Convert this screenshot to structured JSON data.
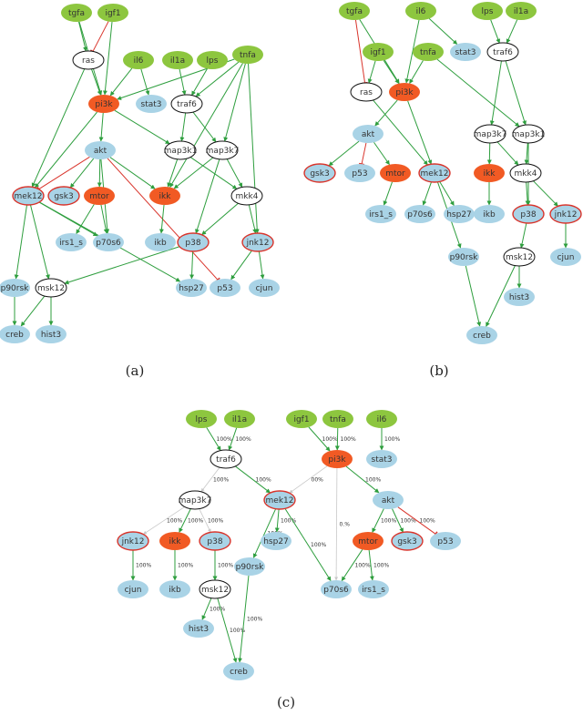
{
  "colors": {
    "input": "#8dc63f",
    "inhibited": "#f15a24",
    "readout": "#a9d3e6",
    "intermediate": "#ffffff",
    "border_red": "#d9342b",
    "edge_activation": "#2e9e3e",
    "edge_inhibition": "#d9342b",
    "edge_unused": "#c8c8c8"
  },
  "panels": [
    {
      "caption": "(a)",
      "nodes": [
        {
          "id": "tgfa",
          "label": "tgfa",
          "type": "input"
        },
        {
          "id": "igf1",
          "label": "igf1",
          "type": "input"
        },
        {
          "id": "ras",
          "label": "ras",
          "type": "intermediate"
        },
        {
          "id": "il6",
          "label": "il6",
          "type": "input"
        },
        {
          "id": "il1a",
          "label": "il1a",
          "type": "input"
        },
        {
          "id": "lps",
          "label": "lps",
          "type": "input"
        },
        {
          "id": "tnfa",
          "label": "tnfa",
          "type": "input"
        },
        {
          "id": "pi3k",
          "label": "pi3k",
          "type": "inhibited"
        },
        {
          "id": "stat3",
          "label": "stat3",
          "type": "readout"
        },
        {
          "id": "traf6",
          "label": "traf6",
          "type": "intermediate"
        },
        {
          "id": "akt",
          "label": "akt",
          "type": "readout"
        },
        {
          "id": "map3k1",
          "label": "map3k1",
          "type": "intermediate"
        },
        {
          "id": "map3k7",
          "label": "map3k7",
          "type": "intermediate"
        },
        {
          "id": "mek12",
          "label": "mek12",
          "type": "readout",
          "bordered": true
        },
        {
          "id": "gsk3",
          "label": "gsk3",
          "type": "readout",
          "bordered": true
        },
        {
          "id": "mtor",
          "label": "mtor",
          "type": "inhibited"
        },
        {
          "id": "ikk",
          "label": "ikk",
          "type": "inhibited"
        },
        {
          "id": "mkk4",
          "label": "mkk4",
          "type": "intermediate"
        },
        {
          "id": "irs1_s",
          "label": "irs1_s",
          "type": "readout"
        },
        {
          "id": "p70s6",
          "label": "p70s6",
          "type": "readout"
        },
        {
          "id": "ikb",
          "label": "ikb",
          "type": "readout"
        },
        {
          "id": "p38",
          "label": "p38",
          "type": "readout",
          "bordered": true
        },
        {
          "id": "jnk12",
          "label": "jnk12",
          "type": "readout",
          "bordered": true
        },
        {
          "id": "p90rsk",
          "label": "p90rsk",
          "type": "readout"
        },
        {
          "id": "msk12",
          "label": "msk12",
          "type": "intermediate"
        },
        {
          "id": "hsp27",
          "label": "hsp27",
          "type": "readout"
        },
        {
          "id": "p53",
          "label": "p53",
          "type": "readout"
        },
        {
          "id": "cjun",
          "label": "cjun",
          "type": "readout"
        },
        {
          "id": "creb",
          "label": "creb",
          "type": "readout"
        },
        {
          "id": "hist3",
          "label": "hist3",
          "type": "readout"
        }
      ],
      "edges": [
        {
          "from": "tgfa",
          "to": "ras"
        },
        {
          "from": "tgfa",
          "to": "pi3k"
        },
        {
          "from": "igf1",
          "to": "ras",
          "kind": "inhibition"
        },
        {
          "from": "igf1",
          "to": "pi3k"
        },
        {
          "from": "ras",
          "to": "pi3k"
        },
        {
          "from": "ras",
          "to": "mek12"
        },
        {
          "from": "il6",
          "to": "stat3"
        },
        {
          "from": "il6",
          "to": "pi3k"
        },
        {
          "from": "il1a",
          "to": "traf6"
        },
        {
          "from": "lps",
          "to": "traf6"
        },
        {
          "from": "tnfa",
          "to": "traf6"
        },
        {
          "from": "tnfa",
          "to": "pi3k"
        },
        {
          "from": "tnfa",
          "to": "map3k7"
        },
        {
          "from": "tnfa",
          "to": "ikk"
        },
        {
          "from": "tnfa",
          "to": "jnk12"
        },
        {
          "from": "pi3k",
          "to": "akt"
        },
        {
          "from": "pi3k",
          "to": "map3k1"
        },
        {
          "from": "pi3k",
          "to": "mek12"
        },
        {
          "from": "traf6",
          "to": "map3k1"
        },
        {
          "from": "traf6",
          "to": "map3k7"
        },
        {
          "from": "akt",
          "to": "mek12",
          "kind": "inhibition"
        },
        {
          "from": "akt",
          "to": "gsk3"
        },
        {
          "from": "akt",
          "to": "mtor"
        },
        {
          "from": "akt",
          "to": "p70s6"
        },
        {
          "from": "akt",
          "to": "ikk"
        },
        {
          "from": "akt",
          "to": "p53",
          "kind": "inhibition"
        },
        {
          "from": "map3k1",
          "to": "ikk"
        },
        {
          "from": "map3k1",
          "to": "mkk4"
        },
        {
          "from": "map3k7",
          "to": "ikk"
        },
        {
          "from": "map3k7",
          "to": "mkk4"
        },
        {
          "from": "map3k7",
          "to": "p38"
        },
        {
          "from": "mek12",
          "to": "p90rsk"
        },
        {
          "from": "mek12",
          "to": "p70s6"
        },
        {
          "from": "mek12",
          "to": "msk12"
        },
        {
          "from": "mek12",
          "to": "hsp27"
        },
        {
          "from": "mtor",
          "to": "irs1_s"
        },
        {
          "from": "mtor",
          "to": "p70s6"
        },
        {
          "from": "ikk",
          "to": "ikb"
        },
        {
          "from": "mkk4",
          "to": "p38"
        },
        {
          "from": "mkk4",
          "to": "jnk12"
        },
        {
          "from": "p38",
          "to": "msk12"
        },
        {
          "from": "p38",
          "to": "hsp27"
        },
        {
          "from": "jnk12",
          "to": "cjun"
        },
        {
          "from": "jnk12",
          "to": "p53"
        },
        {
          "from": "p90rsk",
          "to": "creb"
        },
        {
          "from": "msk12",
          "to": "creb"
        },
        {
          "from": "msk12",
          "to": "hist3"
        }
      ]
    },
    {
      "caption": "(b)",
      "nodes": [
        {
          "id": "tgfa",
          "label": "tgfa",
          "type": "input"
        },
        {
          "id": "il6",
          "label": "il6",
          "type": "input"
        },
        {
          "id": "lps",
          "label": "lps",
          "type": "input"
        },
        {
          "id": "il1a",
          "label": "il1a",
          "type": "input"
        },
        {
          "id": "igf1",
          "label": "igf1",
          "type": "input"
        },
        {
          "id": "tnfa",
          "label": "tnfa",
          "type": "input"
        },
        {
          "id": "stat3",
          "label": "stat3",
          "type": "readout"
        },
        {
          "id": "traf6",
          "label": "traf6",
          "type": "intermediate"
        },
        {
          "id": "ras",
          "label": "ras",
          "type": "intermediate"
        },
        {
          "id": "pi3k",
          "label": "pi3k",
          "type": "inhibited"
        },
        {
          "id": "akt",
          "label": "akt",
          "type": "readout"
        },
        {
          "id": "map3k7",
          "label": "map3k7",
          "type": "intermediate"
        },
        {
          "id": "map3k1",
          "label": "map3k1",
          "type": "intermediate"
        },
        {
          "id": "gsk3",
          "label": "gsk3",
          "type": "readout",
          "bordered": true
        },
        {
          "id": "p53",
          "label": "p53",
          "type": "readout"
        },
        {
          "id": "mtor",
          "label": "mtor",
          "type": "inhibited"
        },
        {
          "id": "mek12",
          "label": "mek12",
          "type": "readout",
          "bordered": true
        },
        {
          "id": "ikk",
          "label": "ikk",
          "type": "inhibited"
        },
        {
          "id": "mkk4",
          "label": "mkk4",
          "type": "intermediate"
        },
        {
          "id": "irs1_s",
          "label": "irs1_s",
          "type": "readout"
        },
        {
          "id": "p70s6",
          "label": "p70s6",
          "type": "readout"
        },
        {
          "id": "hsp27",
          "label": "hsp27",
          "type": "readout"
        },
        {
          "id": "ikb",
          "label": "ikb",
          "type": "readout"
        },
        {
          "id": "p38",
          "label": "p38",
          "type": "readout",
          "bordered": true
        },
        {
          "id": "jnk12",
          "label": "jnk12",
          "type": "readout",
          "bordered": true
        },
        {
          "id": "p90rsk",
          "label": "p90rsk",
          "type": "readout"
        },
        {
          "id": "msk12",
          "label": "msk12",
          "type": "intermediate"
        },
        {
          "id": "cjun",
          "label": "cjun",
          "type": "readout"
        },
        {
          "id": "hist3",
          "label": "hist3",
          "type": "readout"
        },
        {
          "id": "creb",
          "label": "creb",
          "type": "readout"
        }
      ],
      "edges": [
        {
          "from": "tgfa",
          "to": "ras",
          "kind": "inhibition"
        },
        {
          "from": "tgfa",
          "to": "pi3k"
        },
        {
          "from": "il6",
          "to": "stat3"
        },
        {
          "from": "il6",
          "to": "pi3k"
        },
        {
          "from": "lps",
          "to": "traf6"
        },
        {
          "from": "il1a",
          "to": "traf6"
        },
        {
          "from": "igf1",
          "to": "ras"
        },
        {
          "from": "igf1",
          "to": "pi3k"
        },
        {
          "from": "tnfa",
          "to": "pi3k"
        },
        {
          "from": "tnfa",
          "to": "map3k1"
        },
        {
          "from": "traf6",
          "to": "map3k7"
        },
        {
          "from": "traf6",
          "to": "map3k1"
        },
        {
          "from": "ras",
          "to": "mek12"
        },
        {
          "from": "pi3k",
          "to": "akt"
        },
        {
          "from": "pi3k",
          "to": "mek12"
        },
        {
          "from": "akt",
          "to": "gsk3"
        },
        {
          "from": "akt",
          "to": "p53",
          "kind": "inhibition"
        },
        {
          "from": "akt",
          "to": "mtor"
        },
        {
          "from": "map3k7",
          "to": "ikk"
        },
        {
          "from": "map3k7",
          "to": "mkk4"
        },
        {
          "from": "map3k1",
          "to": "mkk4"
        },
        {
          "from": "map3k1",
          "to": "p38"
        },
        {
          "from": "mtor",
          "to": "irs1_s"
        },
        {
          "from": "mek12",
          "to": "p70s6"
        },
        {
          "from": "mek12",
          "to": "hsp27"
        },
        {
          "from": "mek12",
          "to": "p90rsk"
        },
        {
          "from": "ikk",
          "to": "ikb"
        },
        {
          "from": "mkk4",
          "to": "p38"
        },
        {
          "from": "mkk4",
          "to": "jnk12"
        },
        {
          "from": "p38",
          "to": "msk12"
        },
        {
          "from": "jnk12",
          "to": "cjun"
        },
        {
          "from": "msk12",
          "to": "hist3"
        },
        {
          "from": "msk12",
          "to": "creb"
        },
        {
          "from": "p90rsk",
          "to": "creb"
        }
      ]
    },
    {
      "caption": "(c)",
      "nodes": [
        {
          "id": "lps",
          "label": "lps",
          "type": "input"
        },
        {
          "id": "il1a",
          "label": "il1a",
          "type": "input"
        },
        {
          "id": "igf1",
          "label": "igf1",
          "type": "input"
        },
        {
          "id": "tnfa",
          "label": "tnfa",
          "type": "input"
        },
        {
          "id": "il6",
          "label": "il6",
          "type": "input"
        },
        {
          "id": "traf6",
          "label": "traf6",
          "type": "intermediate"
        },
        {
          "id": "pi3k",
          "label": "pi3k",
          "type": "inhibited"
        },
        {
          "id": "stat3",
          "label": "stat3",
          "type": "readout"
        },
        {
          "id": "map3k7",
          "label": "map3k7",
          "type": "intermediate"
        },
        {
          "id": "mek12",
          "label": "mek12",
          "type": "readout",
          "bordered": true
        },
        {
          "id": "akt",
          "label": "akt",
          "type": "readout"
        },
        {
          "id": "jnk12",
          "label": "jnk12",
          "type": "readout",
          "bordered": true
        },
        {
          "id": "ikk",
          "label": "ikk",
          "type": "inhibited"
        },
        {
          "id": "p38",
          "label": "p38",
          "type": "readout",
          "bordered": true
        },
        {
          "id": "hsp27",
          "label": "hsp27",
          "type": "readout"
        },
        {
          "id": "mtor",
          "label": "mtor",
          "type": "inhibited"
        },
        {
          "id": "gsk3",
          "label": "gsk3",
          "type": "readout",
          "bordered": true
        },
        {
          "id": "p53",
          "label": "p53",
          "type": "readout"
        },
        {
          "id": "p90rsk",
          "label": "p90rsk",
          "type": "readout"
        },
        {
          "id": "cjun",
          "label": "cjun",
          "type": "readout"
        },
        {
          "id": "ikb",
          "label": "ikb",
          "type": "readout"
        },
        {
          "id": "msk12",
          "label": "msk12",
          "type": "intermediate"
        },
        {
          "id": "p70s6",
          "label": "p70s6",
          "type": "readout"
        },
        {
          "id": "irs1_s",
          "label": "irs1_s",
          "type": "readout"
        },
        {
          "id": "hist3",
          "label": "hist3",
          "type": "readout"
        },
        {
          "id": "creb",
          "label": "creb",
          "type": "readout"
        }
      ],
      "edges": [
        {
          "from": "lps",
          "to": "traf6",
          "label": "100%"
        },
        {
          "from": "il1a",
          "to": "traf6",
          "label": "100%"
        },
        {
          "from": "igf1",
          "to": "pi3k",
          "label": "100%"
        },
        {
          "from": "tnfa",
          "to": "pi3k",
          "label": "100%"
        },
        {
          "from": "il6",
          "to": "stat3",
          "label": "100%"
        },
        {
          "from": "traf6",
          "to": "map3k7",
          "label": "100%",
          "kind": "unused"
        },
        {
          "from": "traf6",
          "to": "mek12",
          "label": "100%"
        },
        {
          "from": "pi3k",
          "to": "mek12",
          "label": "00%",
          "kind": "unused"
        },
        {
          "from": "pi3k",
          "to": "akt",
          "label": "100%"
        },
        {
          "from": "pi3k",
          "to": "p70s6",
          "label": "0.%",
          "kind": "unused"
        },
        {
          "from": "map3k7",
          "to": "jnk12",
          "label": "100%",
          "kind": "unused"
        },
        {
          "from": "map3k7",
          "to": "ikk",
          "label": "100%"
        },
        {
          "from": "map3k7",
          "to": "p38",
          "label": "100%",
          "kind": "unused"
        },
        {
          "from": "mek12",
          "to": "p90rsk",
          "label": "100%"
        },
        {
          "from": "mek12",
          "to": "hsp27",
          "label": "100%"
        },
        {
          "from": "mek12",
          "to": "p70s6",
          "label": "100%"
        },
        {
          "from": "akt",
          "to": "mtor",
          "label": "100%"
        },
        {
          "from": "akt",
          "to": "gsk3",
          "label": "100%"
        },
        {
          "from": "akt",
          "to": "p53",
          "label": "100%",
          "kind": "inhibition"
        },
        {
          "from": "jnk12",
          "to": "cjun",
          "label": "100%"
        },
        {
          "from": "ikk",
          "to": "ikb",
          "label": "100%"
        },
        {
          "from": "p38",
          "to": "msk12",
          "label": "100%"
        },
        {
          "from": "mtor",
          "to": "p70s6",
          "label": "100%"
        },
        {
          "from": "mtor",
          "to": "irs1_s",
          "label": "100%"
        },
        {
          "from": "msk12",
          "to": "hist3",
          "label": "100%"
        },
        {
          "from": "msk12",
          "to": "creb",
          "label": "100%"
        },
        {
          "from": "p90rsk",
          "to": "creb",
          "label": "100%"
        }
      ]
    }
  ]
}
